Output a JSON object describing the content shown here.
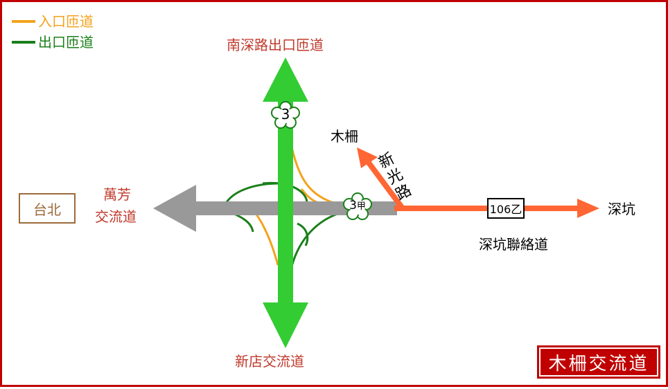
{
  "title": "木柵交流道",
  "legend": [
    {
      "label": "入口匝道",
      "color": "#f4a21c"
    },
    {
      "label": "出口匝道",
      "color": "#1a7f1a"
    }
  ],
  "labels": {
    "north_exit": "南深路出口匝道",
    "south_exit": "新店交流道",
    "west_exit_line1": "萬芳",
    "west_exit_line2": "交流道",
    "muzha": "木柵",
    "shenkeng": "深坑",
    "connector": "深坑聯絡道",
    "xinguang_road": [
      "新",
      "光",
      "路"
    ],
    "taipei": "台北"
  },
  "routes": {
    "freeway3": "3",
    "freeway3a_num": "3",
    "freeway3a_suffix": "甲",
    "provincial106b": "106乙"
  },
  "colors": {
    "north_south_freeway": "#33cc33",
    "east_west_expressway": "#999999",
    "connector_road": "#ff6633",
    "label_red": "#c0392b",
    "label_black": "#000000"
  }
}
